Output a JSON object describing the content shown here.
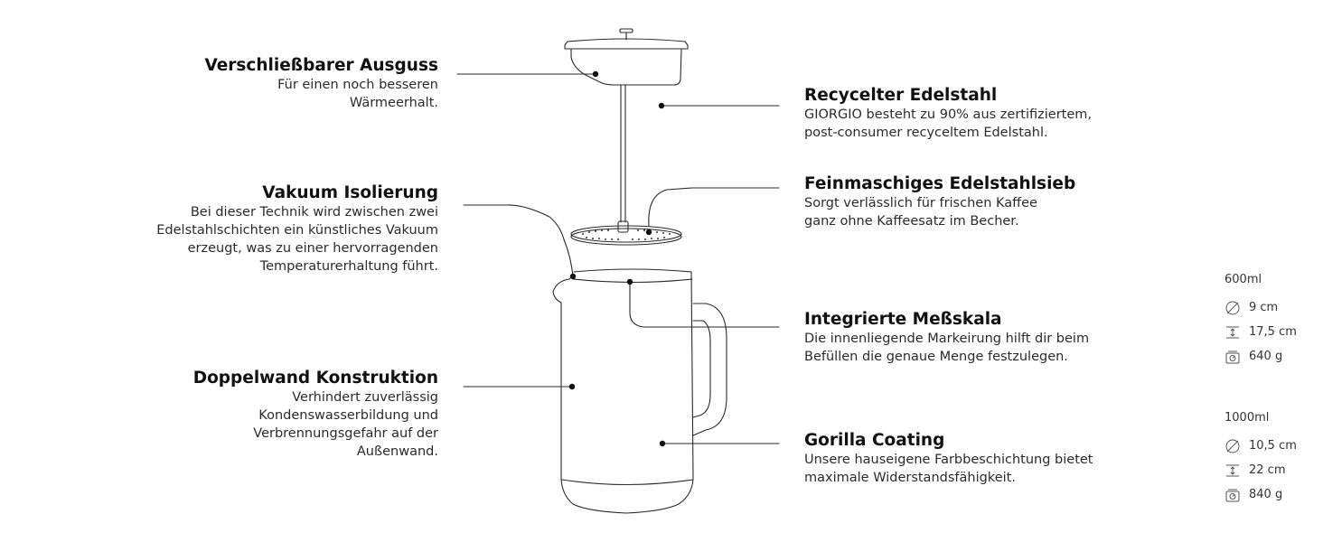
{
  "features": {
    "pour_spout": {
      "title": "Verschließbarer Ausguss",
      "lines": [
        "Für einen noch besseren",
        "Wärmeerhalt."
      ]
    },
    "recycled_steel": {
      "title": "Recycelter Edelstahl",
      "lines": [
        "GIORGIO besteht zu 90% aus zertifiziertem,",
        "post-consumer recyceltem Edelstahl."
      ]
    },
    "vacuum_insulation": {
      "title": "Vakuum Isolierung",
      "lines": [
        "Bei dieser Technik wird zwischen zwei",
        "Edelstahlschichten ein künstliches Vakuum",
        "erzeugt, was zu einer hervorragenden",
        "Temperaturerhaltung führt."
      ]
    },
    "mesh_filter": {
      "title": "Feinmaschiges Edelstahlsieb",
      "lines": [
        "Sorgt verlässlich für frischen Kaffee",
        "ganz ohne Kaffeesatz im Becher."
      ]
    },
    "measuring_scale": {
      "title": "Integrierte Meßskala",
      "lines": [
        "Die innenliegende Markeirung hilft dir beim",
        "Befüllen die genaue Menge festzulegen."
      ]
    },
    "double_wall": {
      "title": "Doppelwand Konstruktion",
      "lines": [
        "Verhindert zuverlässig",
        "Kondenswasserbildung und",
        "Verbrennungsgefahr auf der",
        "Außenwand."
      ]
    },
    "gorilla_coating": {
      "title": "Gorilla Coating",
      "lines": [
        "Unsere hauseigene Farbbeschichtung bietet",
        "maximale Widerstandsfähigkeit."
      ]
    }
  },
  "specs": [
    {
      "size": "600ml",
      "diameter": "9 cm",
      "height": "17,5 cm",
      "weight": "640 g"
    },
    {
      "size": "1000ml",
      "diameter": "10,5 cm",
      "height": "22 cm",
      "weight": "840 g"
    }
  ],
  "icons": {
    "diameter": "diameter-icon",
    "height": "height-icon",
    "weight": "scale-icon"
  },
  "colors": {
    "line": "#2a2a2a",
    "heading": "#111111",
    "text": "#2b2b2b"
  }
}
